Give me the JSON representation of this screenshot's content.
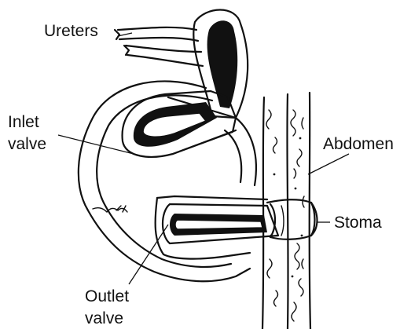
{
  "labels": {
    "ureters": "Ureters",
    "inlet_line1": "Inlet",
    "inlet_line2": "valve",
    "abdomen": "Abdomen",
    "stoma": "Stoma",
    "outlet_line1": "Outlet",
    "outlet_line2": "valve"
  },
  "colors": {
    "ink": "#111111",
    "background": "#ffffff"
  }
}
